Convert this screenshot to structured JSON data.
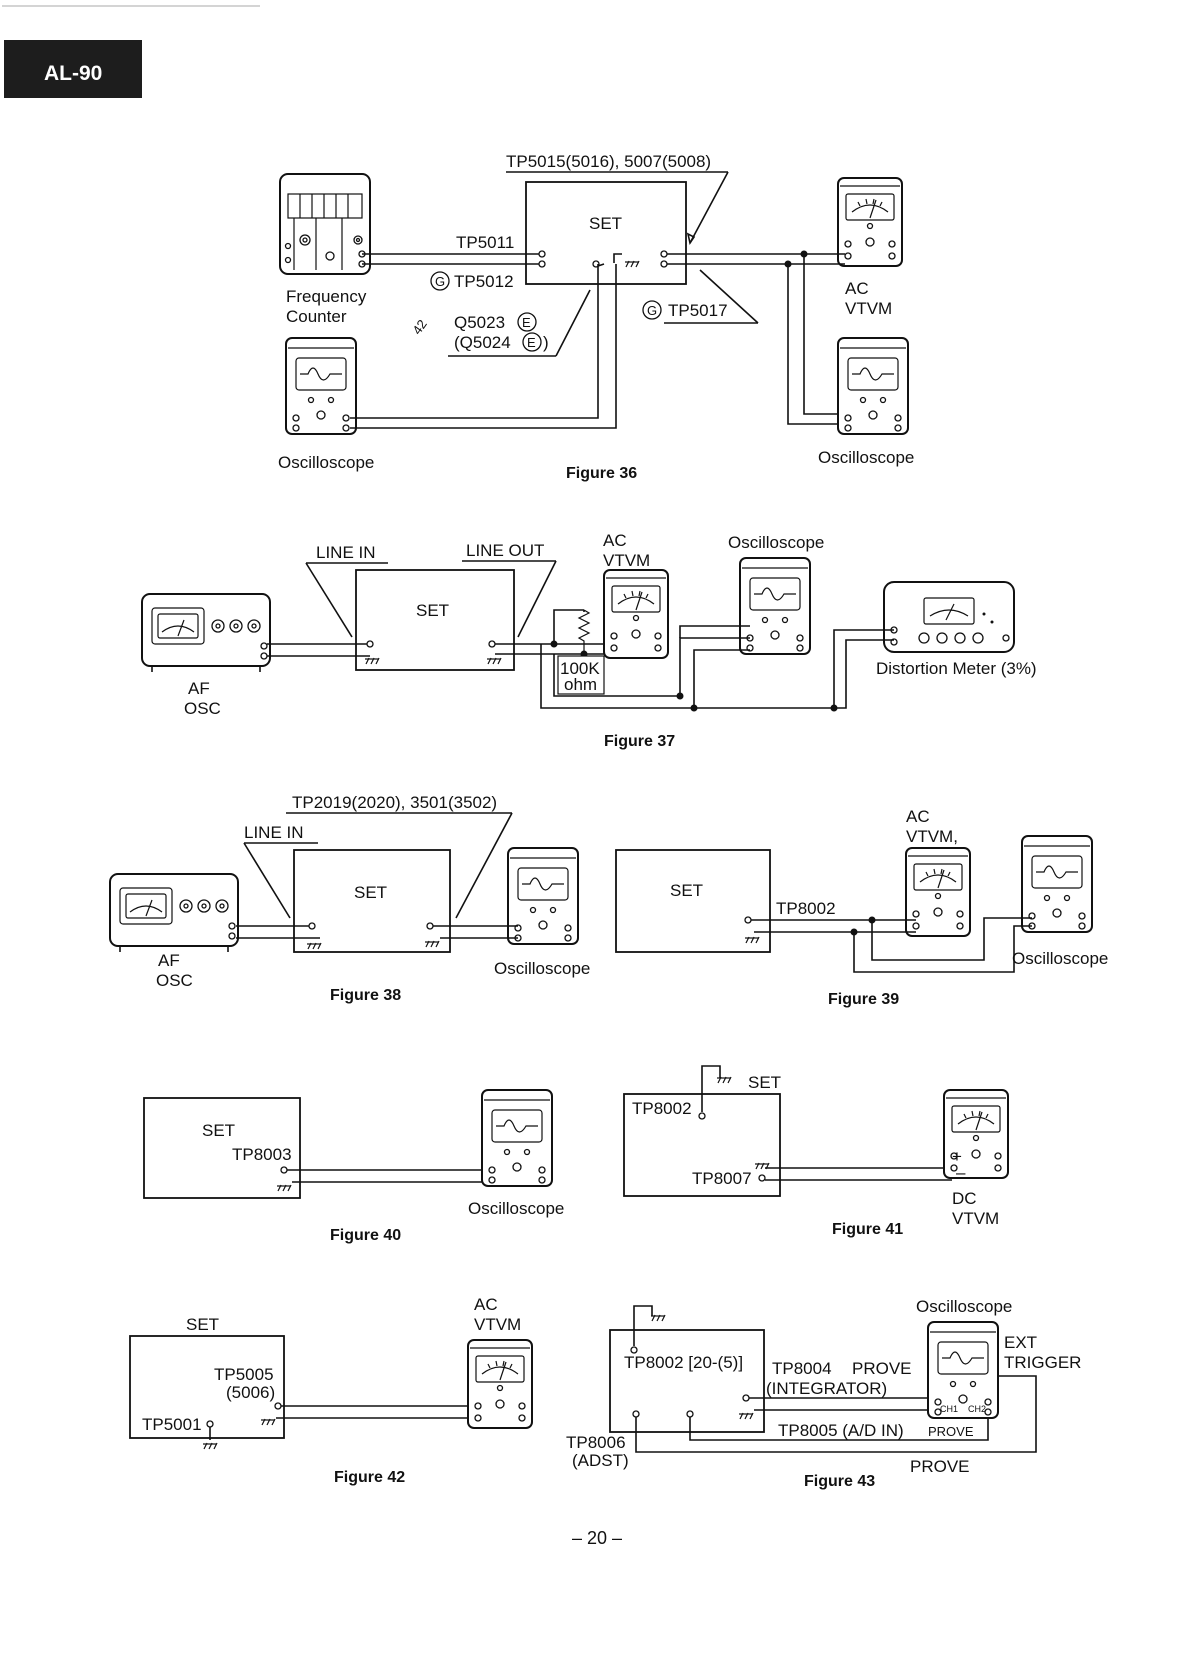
{
  "header": {
    "badge": "AL-90"
  },
  "page_number": "– 20 –",
  "figures": {
    "fig36": {
      "caption": "Figure 36",
      "set": "SET",
      "tp_top": "TP5015(5016), 5007(5008)",
      "tp5011": "TP5011",
      "tp5012": "TP5012",
      "tp5017": "TP5017",
      "q_a": "Q5023",
      "q_b": "(Q5024",
      "q_b_end": ")",
      "e_mark": "E",
      "g_mark": "G",
      "freq1": "Frequency",
      "freq2": "Counter",
      "ac": "AC",
      "vtvm": "VTVM",
      "osc_left": "Oscilloscope",
      "osc_right": "Oscilloscope",
      "stray": "42"
    },
    "fig37": {
      "caption": "Figure 37",
      "set": "SET",
      "line_in": "LINE IN",
      "line_out": "LINE OUT",
      "ac": "AC",
      "vtvm": "VTVM",
      "oscilloscope": "Oscilloscope",
      "distortion": "Distortion Meter (3%)",
      "res1": "100K",
      "res2": "ohm",
      "af": "AF",
      "osc": "OSC"
    },
    "fig38": {
      "caption": "Figure 38",
      "set": "SET",
      "tp": "TP2019(2020), 3501(3502)",
      "line_in": "LINE IN",
      "oscilloscope": "Oscilloscope",
      "af": "AF",
      "osc": "OSC"
    },
    "fig39": {
      "caption": "Figure 39",
      "set": "SET",
      "tp": "TP8002",
      "ac": "AC",
      "vtvm": "VTVM,",
      "oscilloscope": "Oscilloscope"
    },
    "fig40": {
      "caption": "Figure 40",
      "set": "SET",
      "tp": "TP8003",
      "oscilloscope": "Oscilloscope"
    },
    "fig41": {
      "caption": "Figure 41",
      "set": "SET",
      "tp8002": "TP8002",
      "tp8007": "TP8007",
      "dc": "DC",
      "vtvm": "VTVM",
      "plus": "+",
      "minus": "–"
    },
    "fig42": {
      "caption": "Figure 42",
      "set": "SET",
      "tp5005": "TP5005",
      "tp5006": "(5006)",
      "tp5001": "TP5001",
      "ac": "AC",
      "vtvm": "VTVM"
    },
    "fig43": {
      "caption": "Figure 43",
      "oscilloscope": "Oscilloscope",
      "tp8002": "TP8002 [20-(5)]",
      "tp8004": "TP8004",
      "prove": "PROVE",
      "integrator": "(INTEGRATOR)",
      "tp8005": "TP8005 (A/D IN)",
      "prove_small": "PROVE",
      "tp8006": "TP8006",
      "adst": "(ADST)",
      "prove_bottom": "PROVE",
      "ext": "EXT",
      "trigger": "TRIGGER",
      "ch1": "CH1",
      "ch2": "CH2"
    }
  }
}
